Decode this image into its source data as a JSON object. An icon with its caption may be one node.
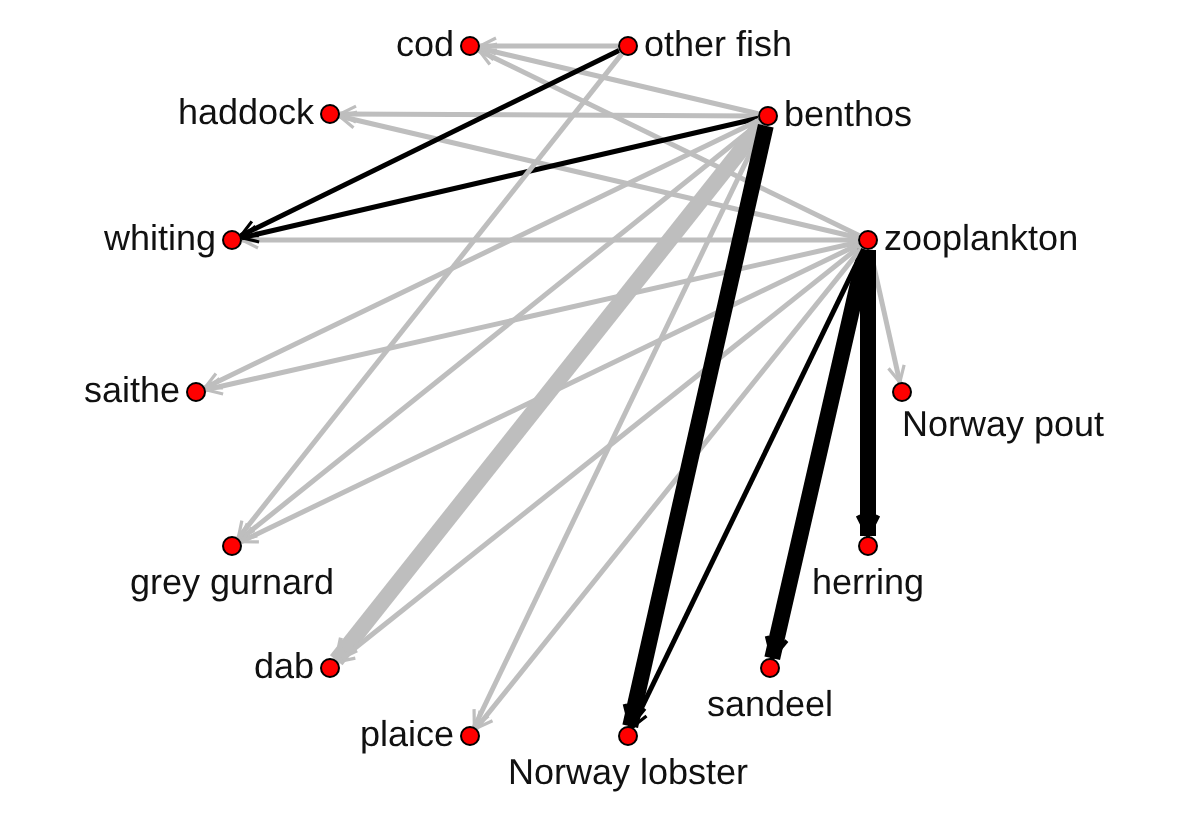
{
  "diagram": {
    "nodes": [
      {
        "text": [],
        "shape": "circle",
        "beside": [
          "cod"
        ]
      },
      {
        "text": [],
        "shape": "circle",
        "beside": [
          "other fish"
        ]
      },
      {
        "text": [],
        "shape": "circle",
        "beside": [
          "haddock"
        ]
      },
      {
        "text": [],
        "shape": "circle",
        "beside": [
          "benthos"
        ]
      },
      {
        "text": [],
        "shape": "circle",
        "beside": [
          "whiting"
        ]
      },
      {
        "text": [],
        "shape": "circle",
        "beside": [
          "zooplankton"
        ]
      },
      {
        "text": [],
        "shape": "circle",
        "beside": [
          "saithe"
        ]
      },
      {
        "text": [],
        "shape": "circle",
        "beside": [
          "Norway pout"
        ]
      },
      {
        "text": [],
        "shape": "circle",
        "beside": [
          "grey gurnard"
        ]
      },
      {
        "text": [],
        "shape": "circle",
        "beside": [
          "herring"
        ]
      },
      {
        "text": [],
        "shape": "circle",
        "beside": [
          "dab"
        ]
      },
      {
        "text": [],
        "shape": "circle",
        "beside": [
          "sandeel"
        ]
      },
      {
        "text": [],
        "shape": "circle",
        "beside": [
          "plaice"
        ]
      },
      {
        "text": [],
        "shape": "circle",
        "beside": [
          "Norway lobster"
        ]
      }
    ],
    "edges": [
      {
        "from": 1,
        "to": 0,
        "arrow": "to"
      },
      {
        "from": 3,
        "to": 0,
        "arrow": "to"
      },
      {
        "from": 5,
        "to": 0,
        "arrow": "to"
      },
      {
        "from": 3,
        "to": 2,
        "arrow": "to"
      },
      {
        "from": 5,
        "to": 2,
        "arrow": "to"
      },
      {
        "from": 5,
        "to": 4,
        "arrow": "to"
      },
      {
        "from": 1,
        "to": 4,
        "arrow": "to",
        "color": "#000000"
      },
      {
        "from": 3,
        "to": 4,
        "arrow": "to",
        "color": "#000000"
      },
      {
        "from": 3,
        "to": 6,
        "arrow": "to"
      },
      {
        "from": 5,
        "to": 6,
        "arrow": "to"
      },
      {
        "from": 5,
        "to": 7,
        "arrow": "to"
      },
      {
        "from": 1,
        "to": 8,
        "arrow": "to"
      },
      {
        "from": 3,
        "to": 8,
        "arrow": "to"
      },
      {
        "from": 5,
        "to": 8,
        "arrow": "to"
      },
      {
        "from": 5,
        "to": 9,
        "arrow": "to",
        "style": "thick",
        "color": "#000000"
      },
      {
        "from": 3,
        "to": 10,
        "arrow": "to",
        "style": "thick"
      },
      {
        "from": 5,
        "to": 10,
        "arrow": "to"
      },
      {
        "from": 5,
        "to": 11,
        "arrow": "to",
        "style": "thick",
        "color": "#000000"
      },
      {
        "from": 3,
        "to": 12,
        "arrow": "to"
      },
      {
        "from": 5,
        "to": 12,
        "arrow": "to"
      },
      {
        "from": 3,
        "to": 13,
        "arrow": "to",
        "style": "thick",
        "color": "#000000"
      },
      {
        "from": 5,
        "to": 13,
        "arrow": "to",
        "color": "#000000"
      }
    ]
  }
}
